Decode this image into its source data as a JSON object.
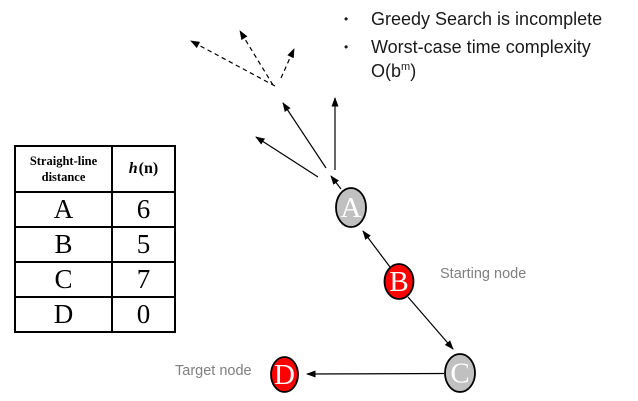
{
  "colors": {
    "node_gray": "#c0c0c0",
    "node_red": "#ff0000",
    "label_gray": "#7f7f7f",
    "line_black": "#000000"
  },
  "bullets": {
    "marker": "•",
    "items": [
      {
        "text": "Greedy Search is incomplete"
      },
      {
        "text": "Worst-case time complexity",
        "formula_base": "O(b",
        "formula_sup": "m",
        "formula_close": ")"
      }
    ]
  },
  "table": {
    "header": {
      "col1_line1": "Straight-line",
      "col1_line2": "distance",
      "h_italic": "h",
      "h_rest": "(n)"
    },
    "rows": [
      {
        "node": "A",
        "h": "6"
      },
      {
        "node": "B",
        "h": "5"
      },
      {
        "node": "C",
        "h": "7"
      },
      {
        "node": "D",
        "h": "0"
      }
    ]
  },
  "diagram": {
    "nodes": {
      "A": {
        "label": "A",
        "fill": "#c0c0c0"
      },
      "B": {
        "label": "B",
        "fill": "#ff0000"
      },
      "C": {
        "label": "C",
        "fill": "#c0c0c0"
      },
      "D": {
        "label": "D",
        "fill": "#ff0000"
      }
    },
    "annotations": {
      "starting": "Starting node",
      "target": "Target node"
    }
  }
}
